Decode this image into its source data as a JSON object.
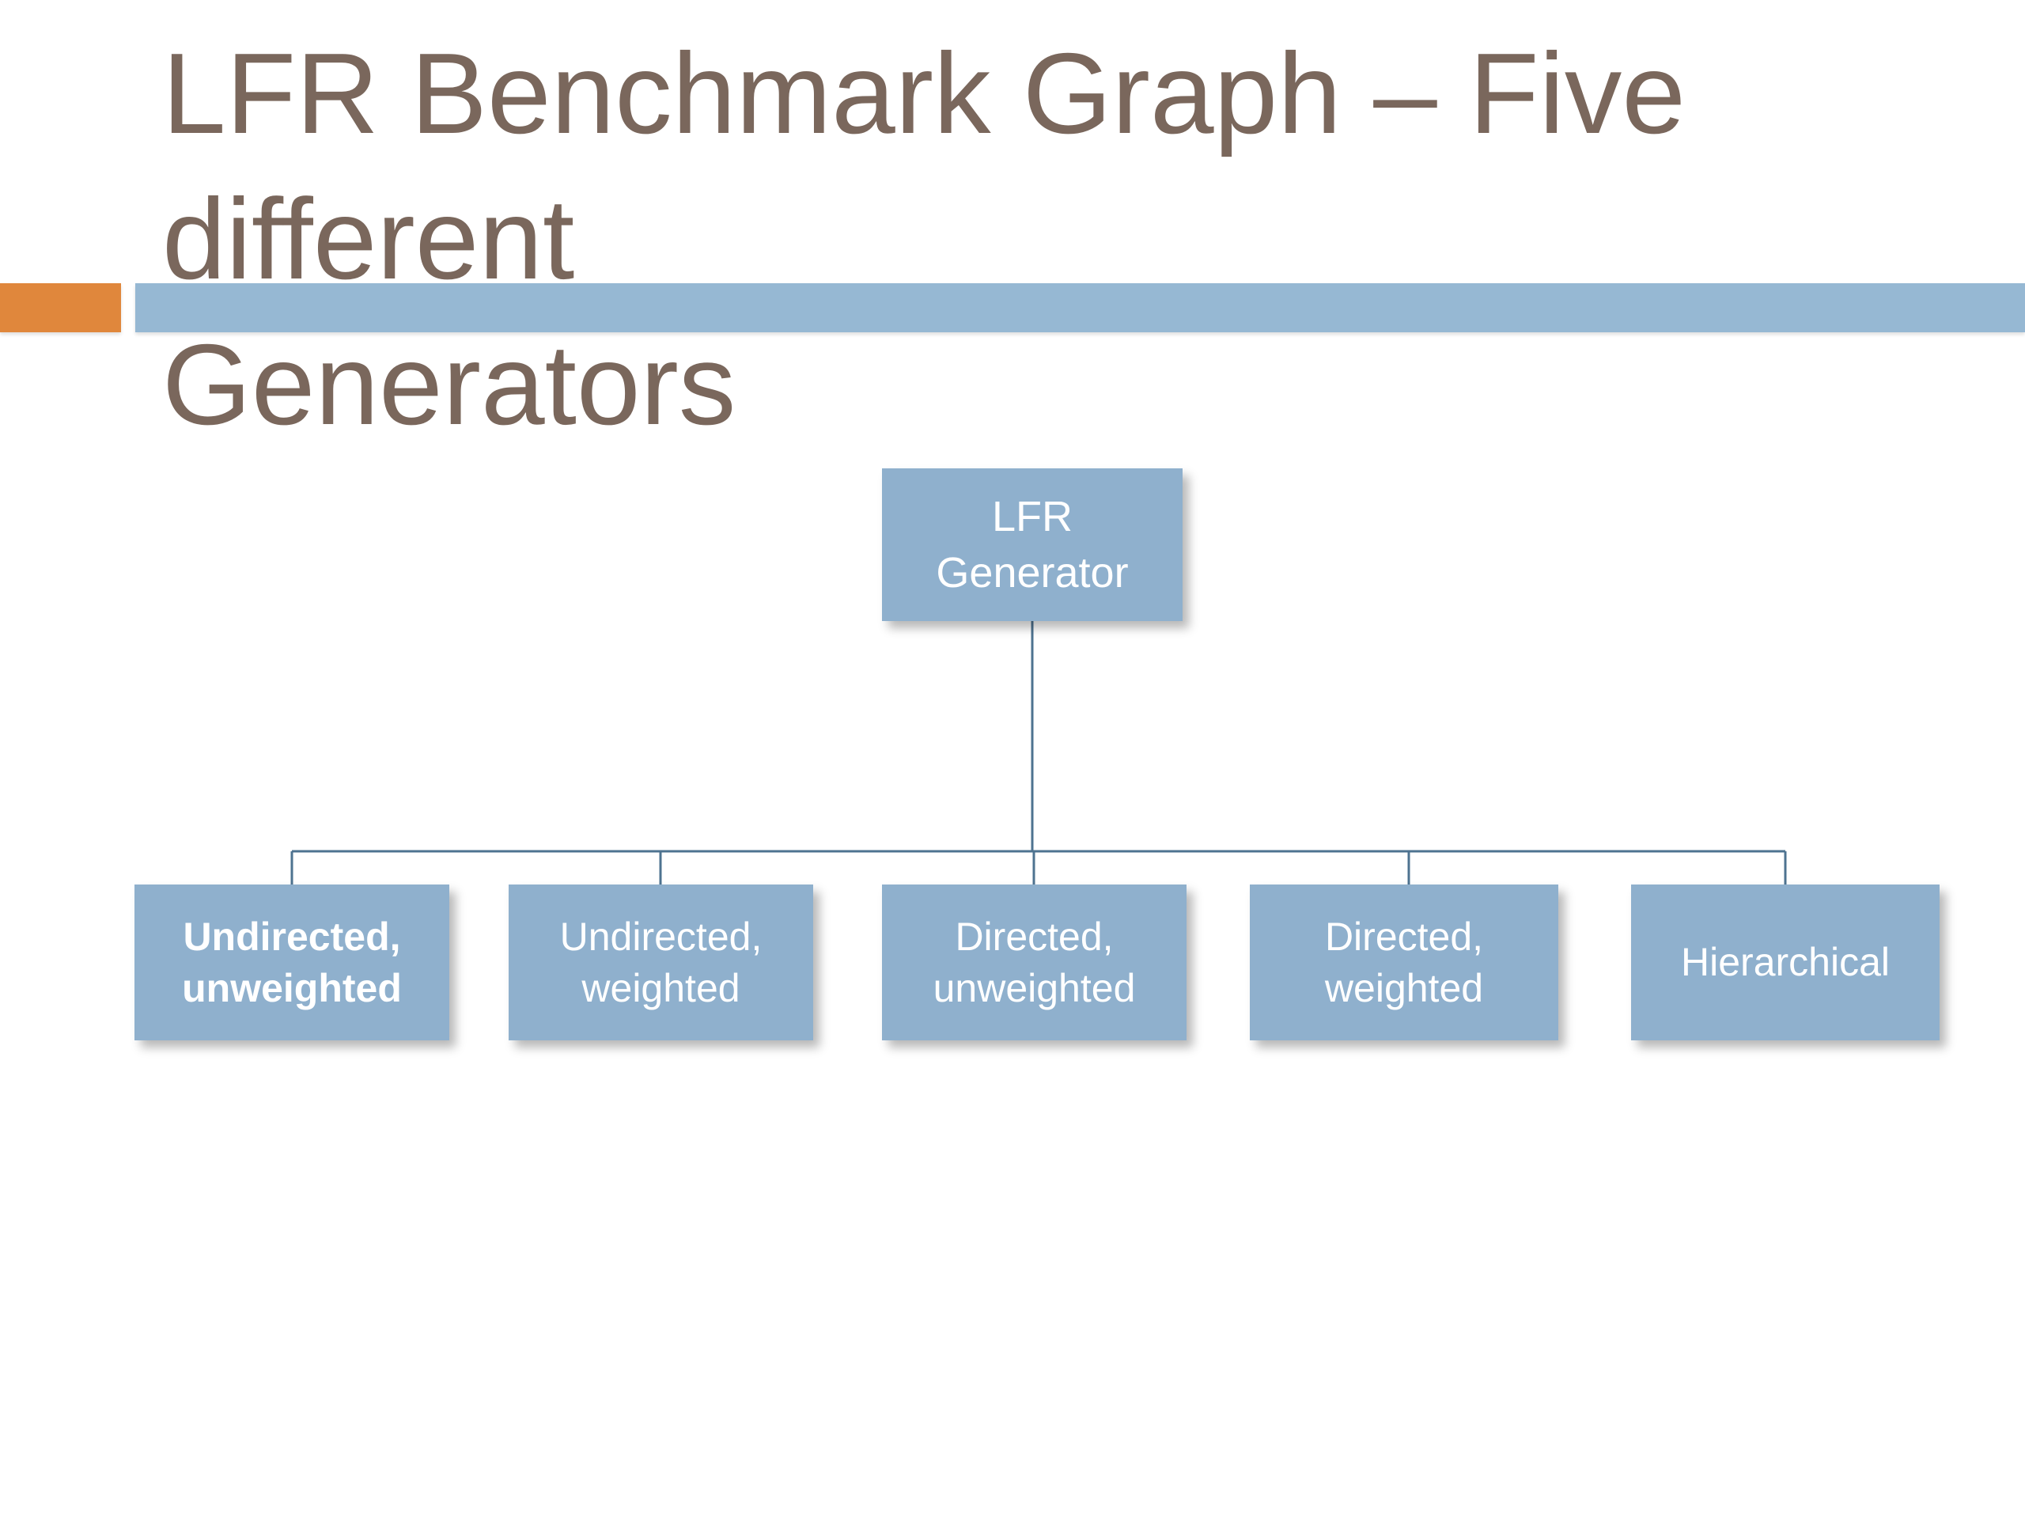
{
  "slide": {
    "title_line1": "LFR Benchmark Graph – Five different",
    "title_line2": "Generators"
  },
  "diagram": {
    "root": {
      "label": "LFR\nGenerator"
    },
    "children": [
      {
        "label": "Undirected,\nunweighted",
        "emphasis": "bold"
      },
      {
        "label": "Undirected,\nweighted",
        "emphasis": "regular"
      },
      {
        "label": "Directed,\nunweighted",
        "emphasis": "regular"
      },
      {
        "label": "Directed,\nweighted",
        "emphasis": "regular"
      },
      {
        "label": "Hierarchical",
        "emphasis": "regular"
      }
    ]
  },
  "colors": {
    "title-text": "#7a675c",
    "accent-orange": "#e0873c",
    "accent-blue-bar": "#96b8d3",
    "node-fill": "#8fb0cd",
    "node-text": "#ffffff",
    "connector-line": "#4e7390",
    "slide-bg": "#ffffff"
  }
}
